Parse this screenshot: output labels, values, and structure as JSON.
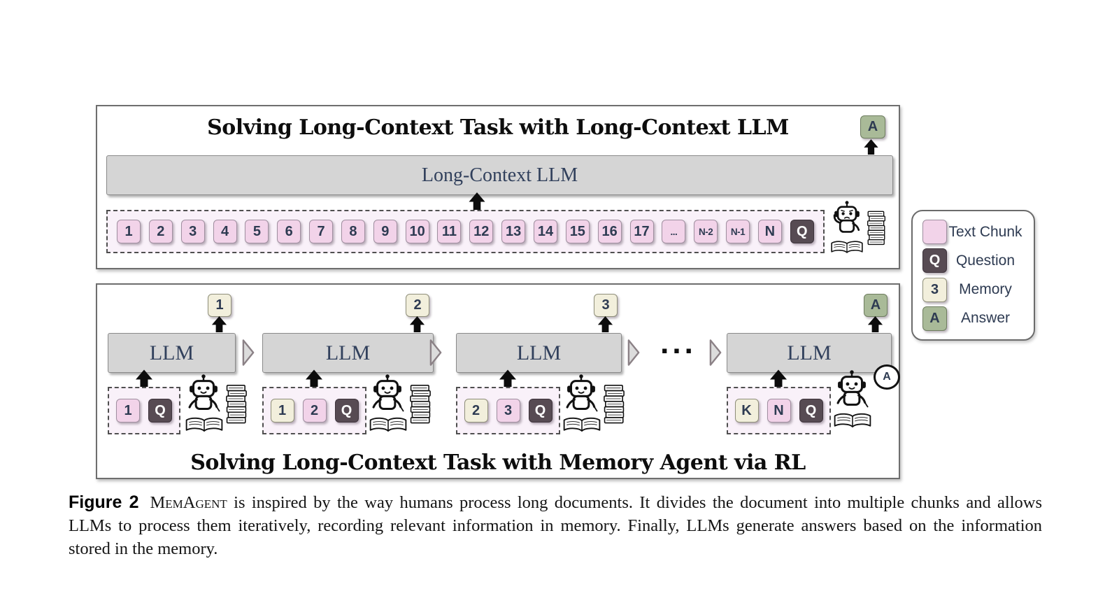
{
  "top_panel": {
    "title": "Solving Long-Context Task with Long-Context LLM",
    "llm_label": "Long-Context LLM",
    "chunks": [
      "1",
      "2",
      "3",
      "4",
      "5",
      "6",
      "7",
      "8",
      "9",
      "10",
      "11",
      "12",
      "13",
      "14",
      "15",
      "16",
      "17",
      "...",
      "N-2",
      "N-1",
      "N"
    ],
    "question": {
      "label": "Q",
      "type": "question"
    },
    "answer": {
      "label": "A",
      "type": "answer"
    }
  },
  "bottom_panel": {
    "title": "Solving Long-Context Task with Memory Agent via RL",
    "ellipsis": "...",
    "final_answer_bubble": "A",
    "steps": [
      {
        "llm_label": "LLM",
        "output": {
          "label": "1",
          "type": "memory"
        },
        "inputs": [
          {
            "label": "1",
            "type": "chunk"
          },
          {
            "label": "Q",
            "type": "question"
          }
        ]
      },
      {
        "llm_label": "LLM",
        "output": {
          "label": "2",
          "type": "memory"
        },
        "inputs": [
          {
            "label": "1",
            "type": "memory"
          },
          {
            "label": "2",
            "type": "chunk"
          },
          {
            "label": "Q",
            "type": "question"
          }
        ]
      },
      {
        "llm_label": "LLM",
        "output": {
          "label": "3",
          "type": "memory"
        },
        "inputs": [
          {
            "label": "2",
            "type": "memory"
          },
          {
            "label": "3",
            "type": "chunk"
          },
          {
            "label": "Q",
            "type": "question"
          }
        ]
      },
      {
        "llm_label": "LLM",
        "output": {
          "label": "A",
          "type": "answer"
        },
        "inputs": [
          {
            "label": "K",
            "type": "memory"
          },
          {
            "label": "N",
            "type": "chunk"
          },
          {
            "label": "Q",
            "type": "question"
          }
        ]
      }
    ]
  },
  "legend": {
    "items": [
      {
        "swatch": "",
        "type": "chunk",
        "label": "Text Chunk"
      },
      {
        "swatch": "Q",
        "type": "question",
        "label": "Question"
      },
      {
        "swatch": "3",
        "type": "memory",
        "label": "Memory"
      },
      {
        "swatch": "A",
        "type": "answer",
        "label": "Answer"
      }
    ]
  },
  "caption": {
    "figure_label": "Figure 2",
    "brand": "MemAgent",
    "body": "is inspired by the way humans process long documents. It divides the document into multiple chunks and allows LLMs to process them iteratively, recording relevant information in memory. Finally, LLMs generate answers based on the information stored in the memory."
  },
  "colors": {
    "text_chunk": "#f2d3e9",
    "question": "#574b53",
    "memory": "#f2efdc",
    "answer": "#a9ba98",
    "llm_box": "#d5d5d5",
    "dark_text": "#2e3b52"
  }
}
